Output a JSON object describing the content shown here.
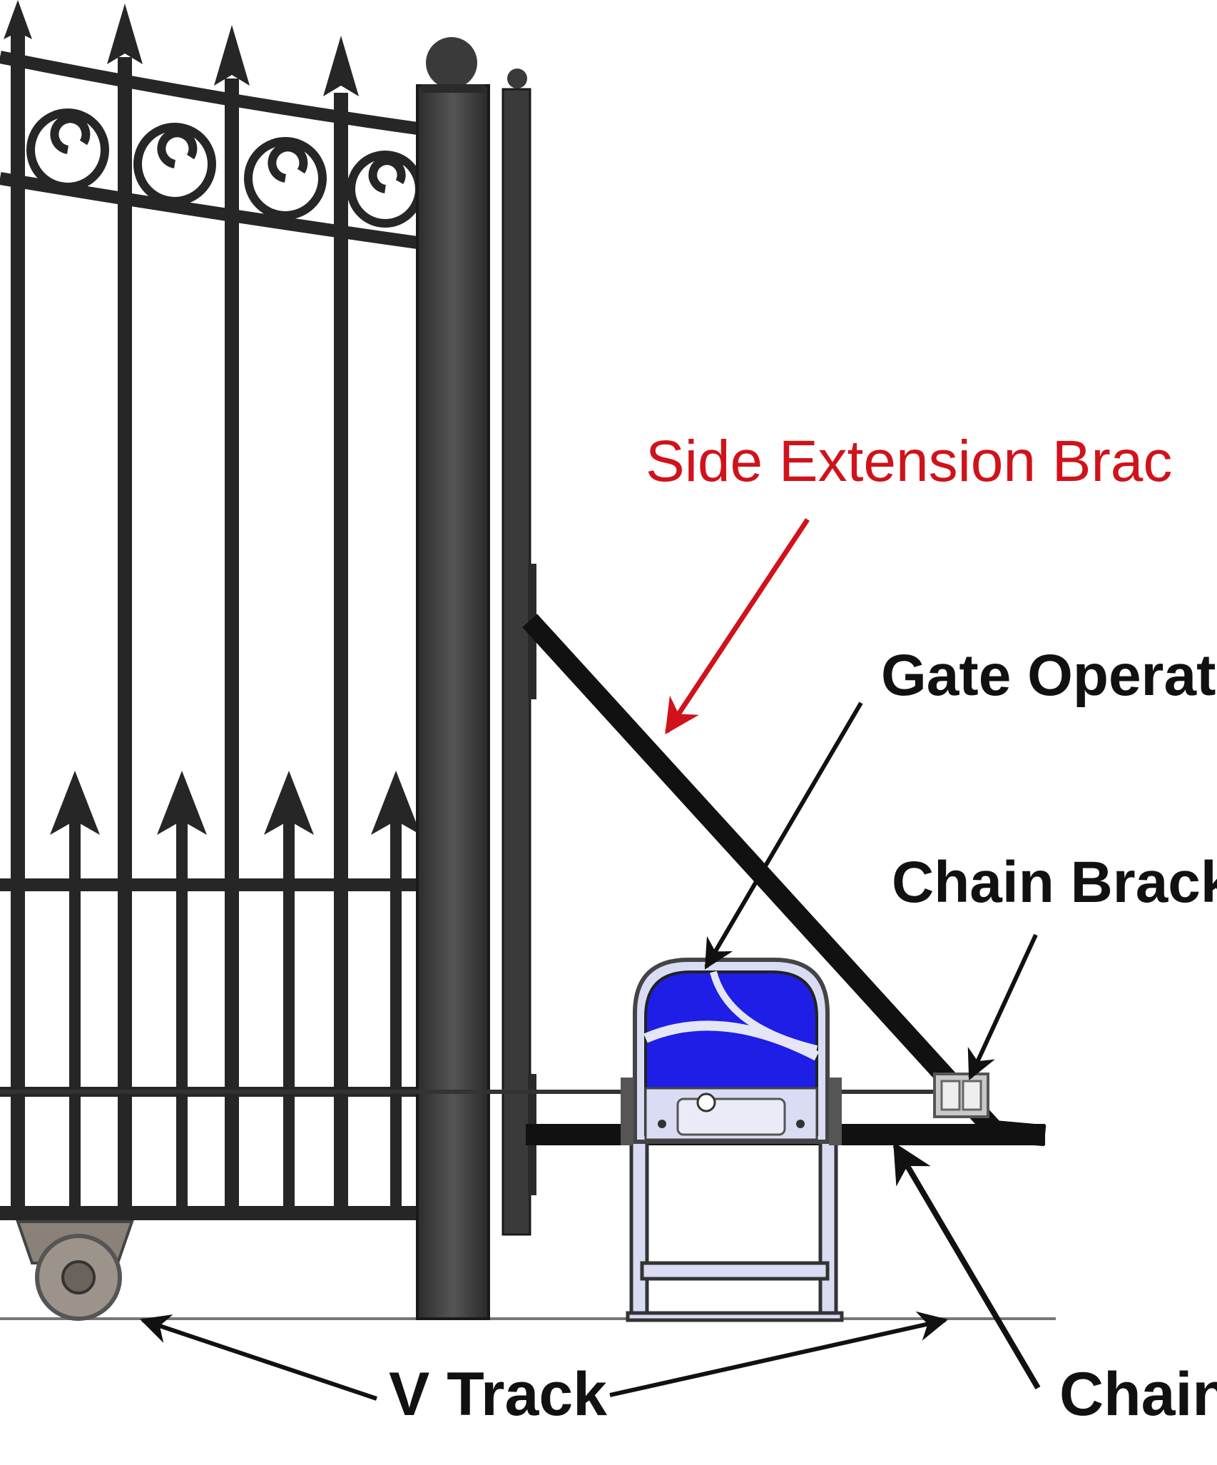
{
  "diagram": {
    "labels": {
      "side_extension_bracket": "Side Extension Brac",
      "gate_operator": "Gate Operat",
      "chain_bracket": "Chain Brack",
      "v_track": "V Track",
      "chain": "Chain"
    },
    "colors": {
      "callout_accent": "#d0121b",
      "callout_text": "#111111",
      "gate_iron": "#3a3a3a",
      "operator_body": "#1e1ee6",
      "operator_frame": "#d9dcf2",
      "ground_line": "#777777"
    },
    "icons": [
      "gate-wheel-icon",
      "arrow-icon"
    ]
  }
}
